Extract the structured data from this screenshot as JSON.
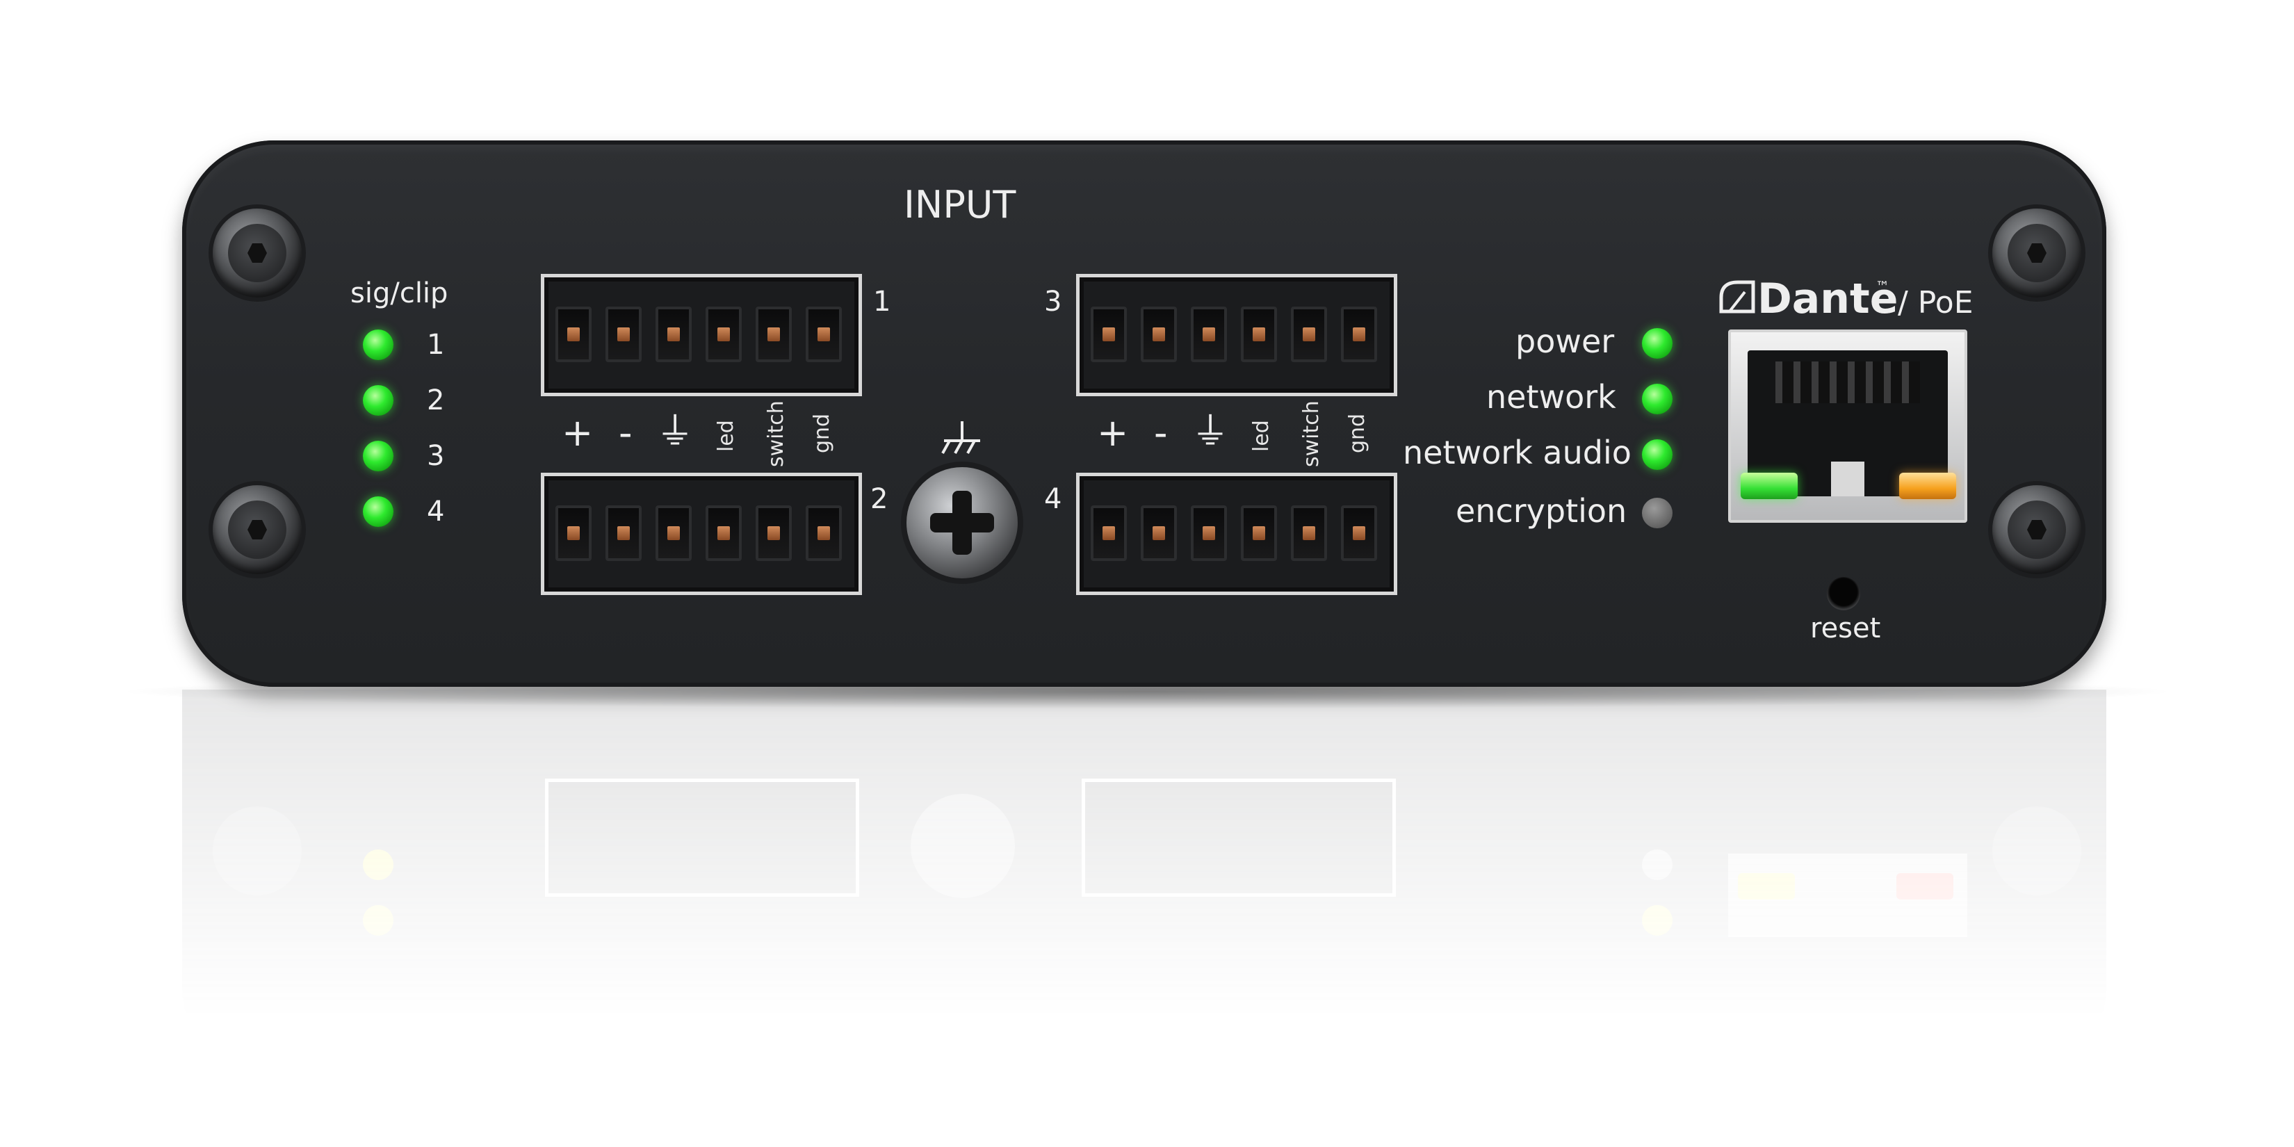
{
  "device": {
    "input_title": "INPUT",
    "sig_clip_label": "sig/clip",
    "sig_clip_channels": [
      "1",
      "2",
      "3",
      "4"
    ],
    "connectors": [
      {
        "number": "1"
      },
      {
        "number": "2"
      },
      {
        "number": "3"
      },
      {
        "number": "4"
      }
    ],
    "pin_labels": {
      "plus": "+",
      "minus": "-",
      "ground_symbol": "⏚",
      "led": "led",
      "switch": "switch",
      "gnd": "gnd"
    },
    "status": [
      {
        "label": "power",
        "state": "on"
      },
      {
        "label": "network",
        "state": "on"
      },
      {
        "label": "network audio",
        "state": "on"
      },
      {
        "label": "encryption",
        "state": "off"
      }
    ],
    "brand": {
      "logo": "Dante",
      "trademark": "™",
      "suffix": "/ PoE"
    },
    "reset_label": "reset",
    "colors": {
      "panel": "#26282b",
      "led_green": "#2eea2e",
      "led_off": "#6b6b6b",
      "eth_amber": "#f6a11e",
      "label_text": "#eeeeee"
    },
    "icons": [
      "chassis-ground-icon",
      "screw-icon",
      "ethernet-port-icon"
    ]
  }
}
